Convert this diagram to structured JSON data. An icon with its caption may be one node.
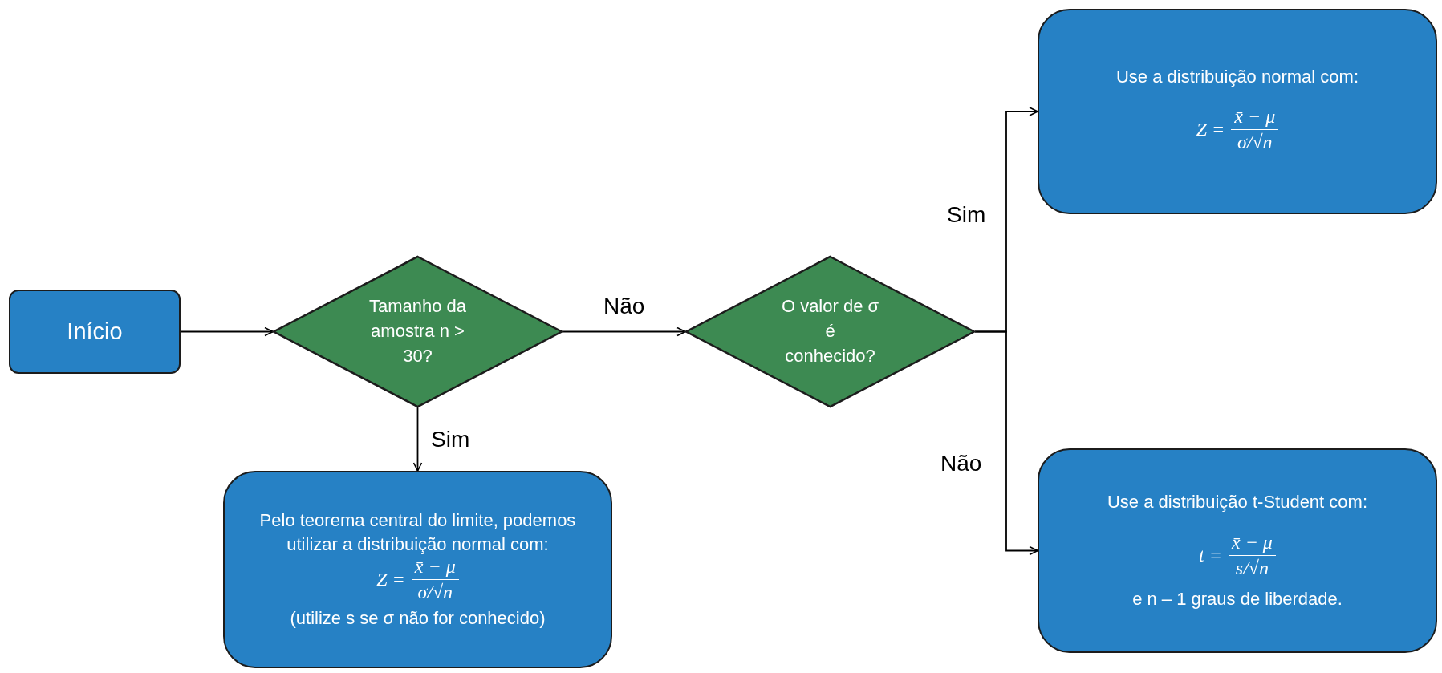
{
  "diagram": {
    "nodes": [
      {
        "text": [
          "Início"
        ]
      },
      {
        "text": [
          "Tamanho da amostra n > 30?"
        ]
      },
      {
        "text": [
          "Pelo teorema central do limite, podemos utilizar a distribuição normal com:",
          "Z =",
          "x̄ − μ",
          "σ/√n",
          "(utilize s se σ não for conhecido)"
        ]
      },
      {
        "text": [
          "O valor de σ é conhecido?"
        ]
      },
      {
        "text": [
          "Use a distribuição normal com:",
          "Z =",
          "x̄ − μ",
          "σ/√n"
        ]
      },
      {
        "text": [
          "Use a distribuição t-Student com:",
          "t =",
          "x̄ − μ",
          "s/√n",
          "e n – 1 graus de liberdade."
        ]
      }
    ],
    "edges": [
      {
        "from": 0,
        "to": 1,
        "arrow": "to"
      },
      {
        "from": 1,
        "to": 2,
        "arrow": "to",
        "label": "Sim"
      },
      {
        "from": 1,
        "to": 3,
        "arrow": "to",
        "label": "Não"
      },
      {
        "from": 3,
        "to": 4,
        "arrow": "to",
        "label": "Sim"
      },
      {
        "from": 3,
        "to": 5,
        "arrow": "to",
        "label": "Não"
      }
    ]
  }
}
